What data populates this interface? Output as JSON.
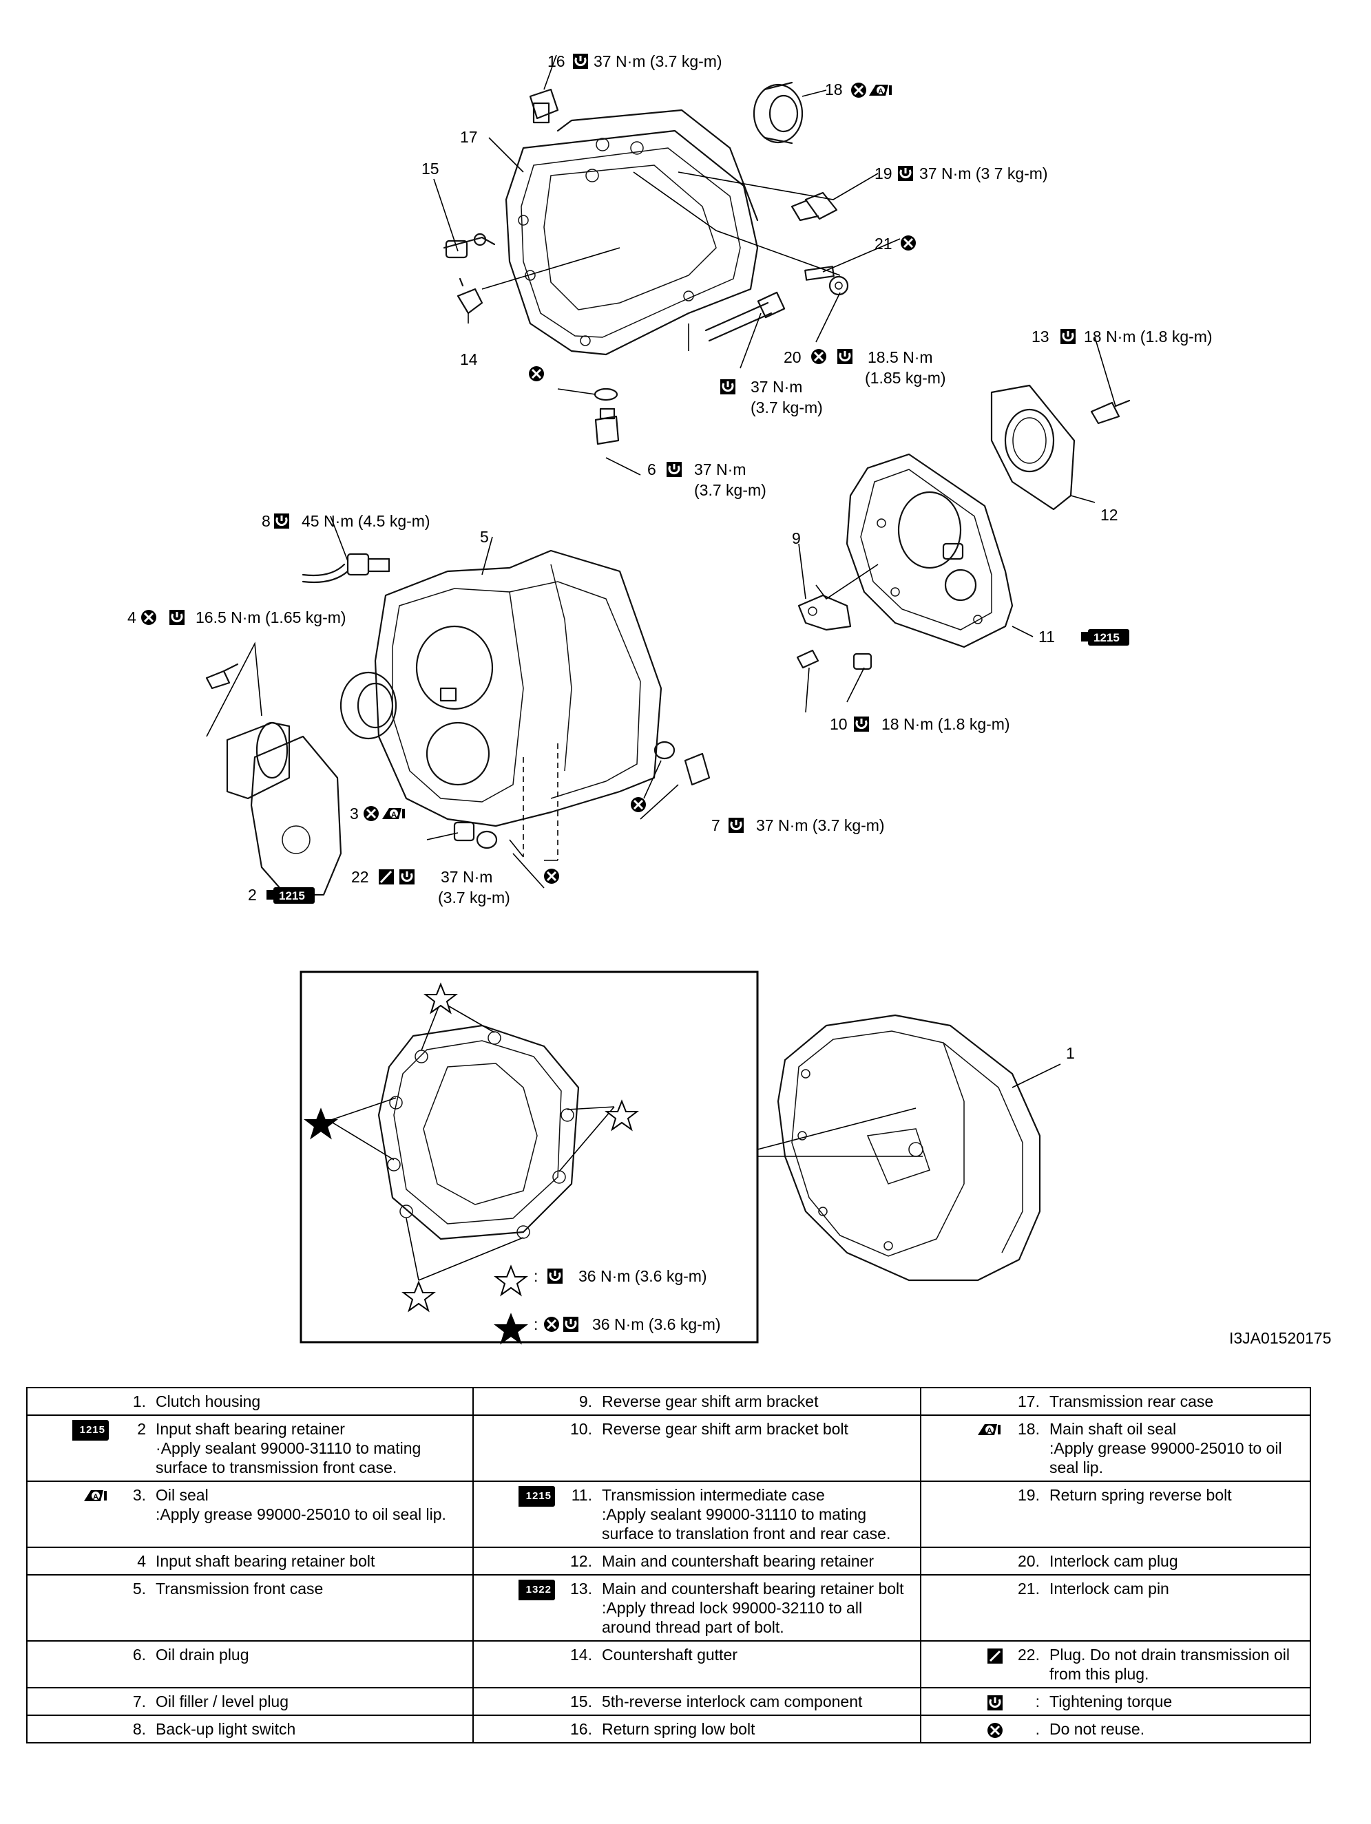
{
  "labels": {
    "c16": "16",
    "c16_torque": "37 N·m (3.7 kg-m)",
    "c18": "18",
    "c17": "17",
    "c15": "15",
    "c19": "19",
    "c19_torque": "37 N·m (3 7 kg-m)",
    "c21": "21",
    "c14": "14",
    "c20": "20",
    "c20_torque_a": "18.5 N·m",
    "c20_torque_b": "(1.85 kg-m)",
    "bolt_torque_a": "37 N·m",
    "bolt_torque_b": "(3.7 kg-m)",
    "c13": "13",
    "c13_torque": "18 N·m (1.8 kg-m)",
    "c6": "6",
    "c6_torque_a": "37 N·m",
    "c6_torque_b": "(3.7 kg-m)",
    "c8": "8",
    "c8_torque": "45 N·m (4.5 kg-m)",
    "c5": "5",
    "c12": "12",
    "c9": "9",
    "c4": "4",
    "c4_torque": "16.5 N·m (1.65 kg-m)",
    "c11": "11",
    "c11_code": "1215",
    "c10": "10",
    "c10_torque": "18 N·m (1.8 kg-m)",
    "c3": "3",
    "c7": "7",
    "c7_torque": "37 N·m (3.7 kg-m)",
    "c22": "22",
    "c22_torque_a": "37 N·m",
    "c22_torque_b": "(3.7 kg-m)",
    "c2": "2",
    "c2_code": "1215",
    "c1": "1",
    "box_star_open": "36 N·m (3.6 kg-m)",
    "box_star_filled": "36 N·m (3.6 kg-m)",
    "figure_id": "I3JA01520175"
  },
  "legend": {
    "rows": [
      [
        {
          "icon": "",
          "num": "1.",
          "text": "Clutch housing"
        },
        {
          "icon": "",
          "num": "9.",
          "text": "Reverse gear shift arm bracket"
        },
        {
          "icon": "",
          "num": "17.",
          "text": "Transmission rear case"
        }
      ],
      [
        {
          "icon": "seal",
          "code": "1215",
          "num": "2",
          "text": "Input shaft bearing retainer",
          "sub": "·Apply sealant 99000-31110 to mating surface to transmission front case."
        },
        {
          "icon": "",
          "num": "10.",
          "text": "Reverse gear shift arm bracket bolt"
        },
        {
          "icon": "grease",
          "num": "18.",
          "text": "Main shaft oil seal",
          "sub": ":Apply grease 99000-25010 to oil seal lip."
        }
      ],
      [
        {
          "icon": "grease",
          "num": "3.",
          "text": "Oil seal",
          "sub": ":Apply grease 99000-25010 to oil seal lip."
        },
        {
          "icon": "seal",
          "code": "1215",
          "num": "11.",
          "text": "Transmission intermediate case",
          "sub": ":Apply sealant 99000-31110 to mating surface to translation front and rear case."
        },
        {
          "icon": "",
          "num": "19.",
          "text": "Return spring reverse bolt"
        }
      ],
      [
        {
          "icon": "",
          "num": "4",
          "text": "Input shaft bearing retainer bolt"
        },
        {
          "icon": "",
          "num": "12.",
          "text": "Main and countershaft bearing retainer"
        },
        {
          "icon": "",
          "num": "20.",
          "text": "Interlock cam plug"
        }
      ],
      [
        {
          "icon": "",
          "num": "5.",
          "text": "Transmission front case"
        },
        {
          "icon": "seal",
          "code": "1322",
          "num": "13.",
          "text": "Main and countershaft bearing retainer bolt",
          "sub": ":Apply thread lock 99000-32110 to all around thread part of bolt."
        },
        {
          "icon": "",
          "num": "21.",
          "text": "Interlock cam pin"
        }
      ],
      [
        {
          "icon": "",
          "num": "6.",
          "text": "Oil drain plug"
        },
        {
          "icon": "",
          "num": "14.",
          "text": "Countershaft gutter"
        },
        {
          "icon": "plug",
          "num": "22.",
          "text": "Plug. Do not drain transmission oil from this plug."
        }
      ],
      [
        {
          "icon": "",
          "num": "7.",
          "text": "Oil filler / level plug"
        },
        {
          "icon": "",
          "num": "15.",
          "text": "5th-reverse interlock cam component"
        },
        {
          "icon": "wrench",
          "num": ":",
          "text": "Tightening torque"
        }
      ],
      [
        {
          "icon": "",
          "num": "8.",
          "text": "Back-up light switch"
        },
        {
          "icon": "",
          "num": "16.",
          "text": "Return spring low bolt"
        },
        {
          "icon": "noreuse",
          "num": ".",
          "text": "Do not reuse."
        }
      ]
    ]
  }
}
